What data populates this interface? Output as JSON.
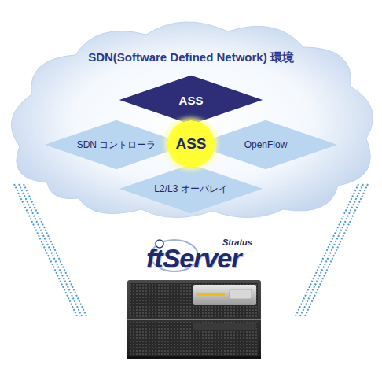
{
  "diagram": {
    "title": "SDN(Software Defined Network) 環境",
    "nodes": [
      {
        "text": [
          "ASS"
        ]
      },
      {
        "text": [
          "SDN コントローラ"
        ]
      },
      {
        "text": [
          "ASS"
        ]
      },
      {
        "text": [
          "OpenFlow"
        ]
      },
      {
        "text": [
          "L2/L3 オーバレイ"
        ]
      }
    ],
    "labels": [
      "Stratus",
      "ftServer"
    ]
  }
}
